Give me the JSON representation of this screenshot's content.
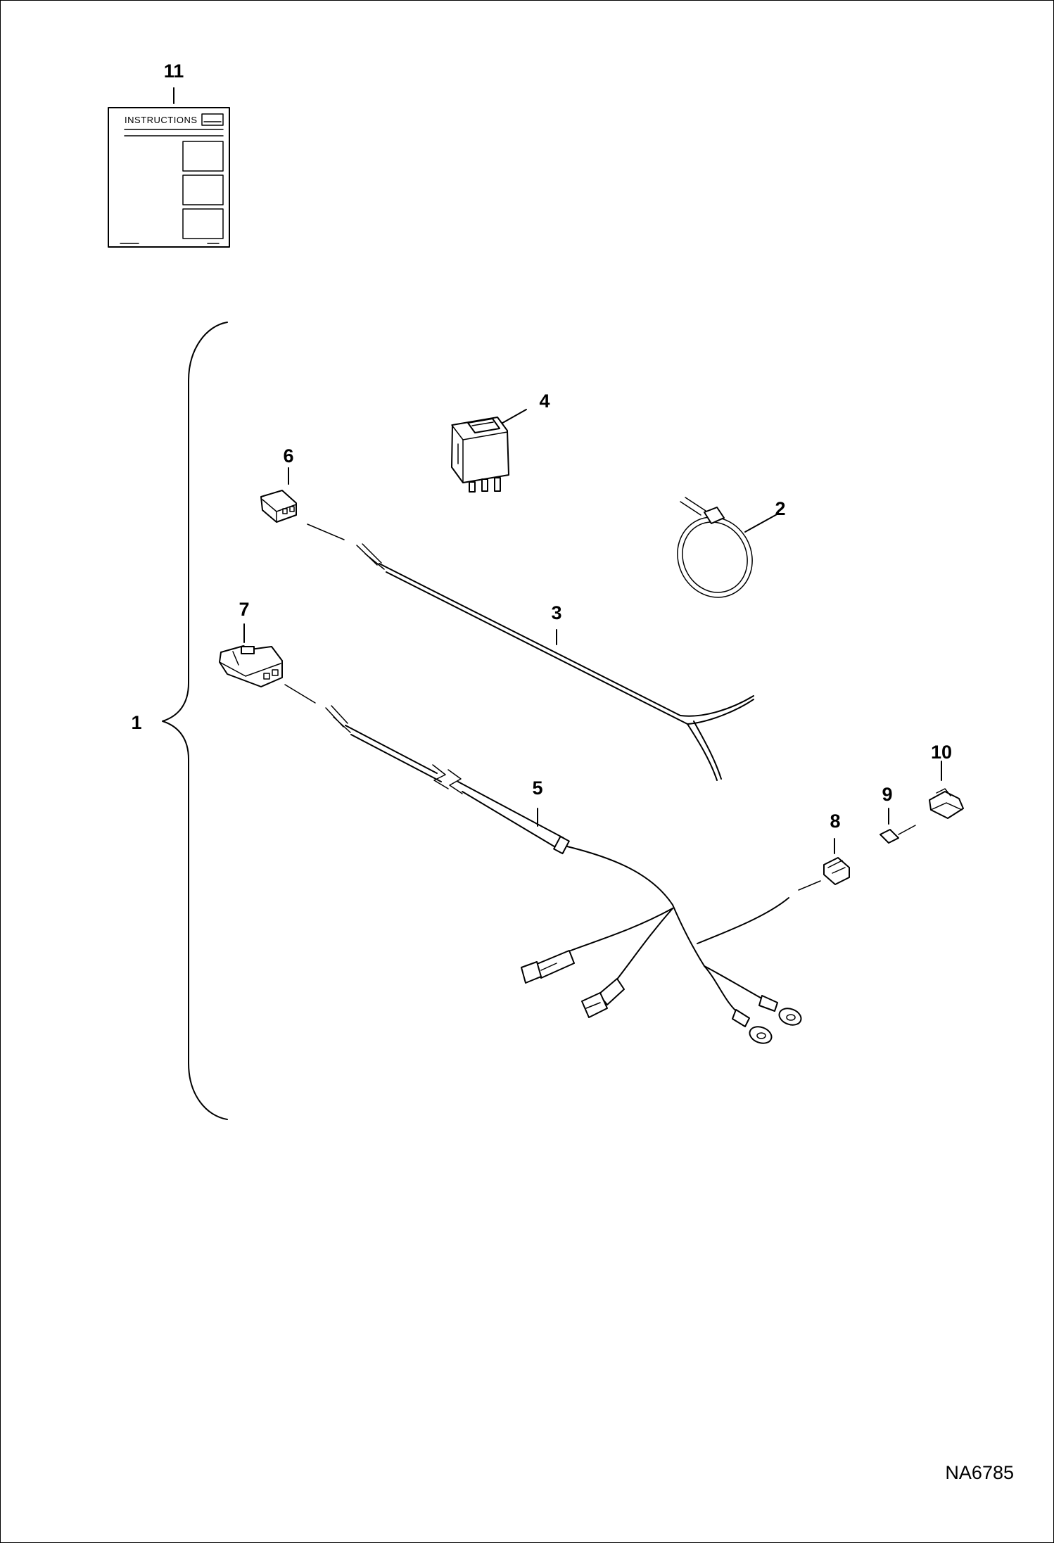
{
  "diagram": {
    "drawing_code": "NA6785",
    "instructions_label": "INSTRUCTIONS",
    "callouts": [
      {
        "id": "11",
        "label": "11"
      },
      {
        "id": "4",
        "label": "4"
      },
      {
        "id": "6",
        "label": "6"
      },
      {
        "id": "2",
        "label": "2"
      },
      {
        "id": "3",
        "label": "3"
      },
      {
        "id": "7",
        "label": "7"
      },
      {
        "id": "1",
        "label": "1"
      },
      {
        "id": "10",
        "label": "10"
      },
      {
        "id": "5",
        "label": "5"
      },
      {
        "id": "9",
        "label": "9"
      },
      {
        "id": "8",
        "label": "8"
      }
    ]
  }
}
